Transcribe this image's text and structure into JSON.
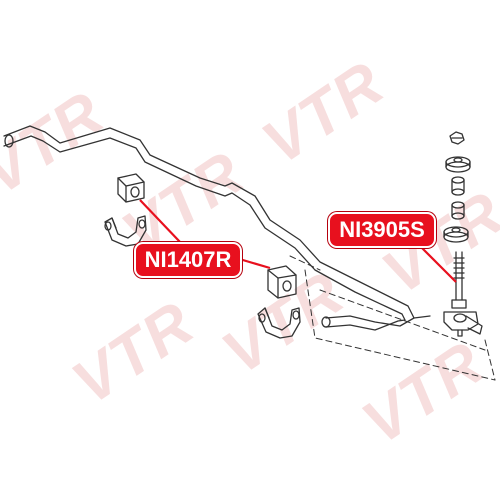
{
  "watermark": {
    "text": "VTR",
    "color": "#f7dede"
  },
  "callouts": [
    {
      "id": "ni1407r",
      "label": "NI1407R",
      "part": "stabilizer-bushing"
    },
    {
      "id": "ni3905s",
      "label": "NI3905S",
      "part": "stabilizer-link"
    }
  ],
  "colors": {
    "callout_fill": "#e8101e",
    "callout_text": "#ffffff",
    "drawing_line": "#333333",
    "leader_line": "#e8101e"
  }
}
